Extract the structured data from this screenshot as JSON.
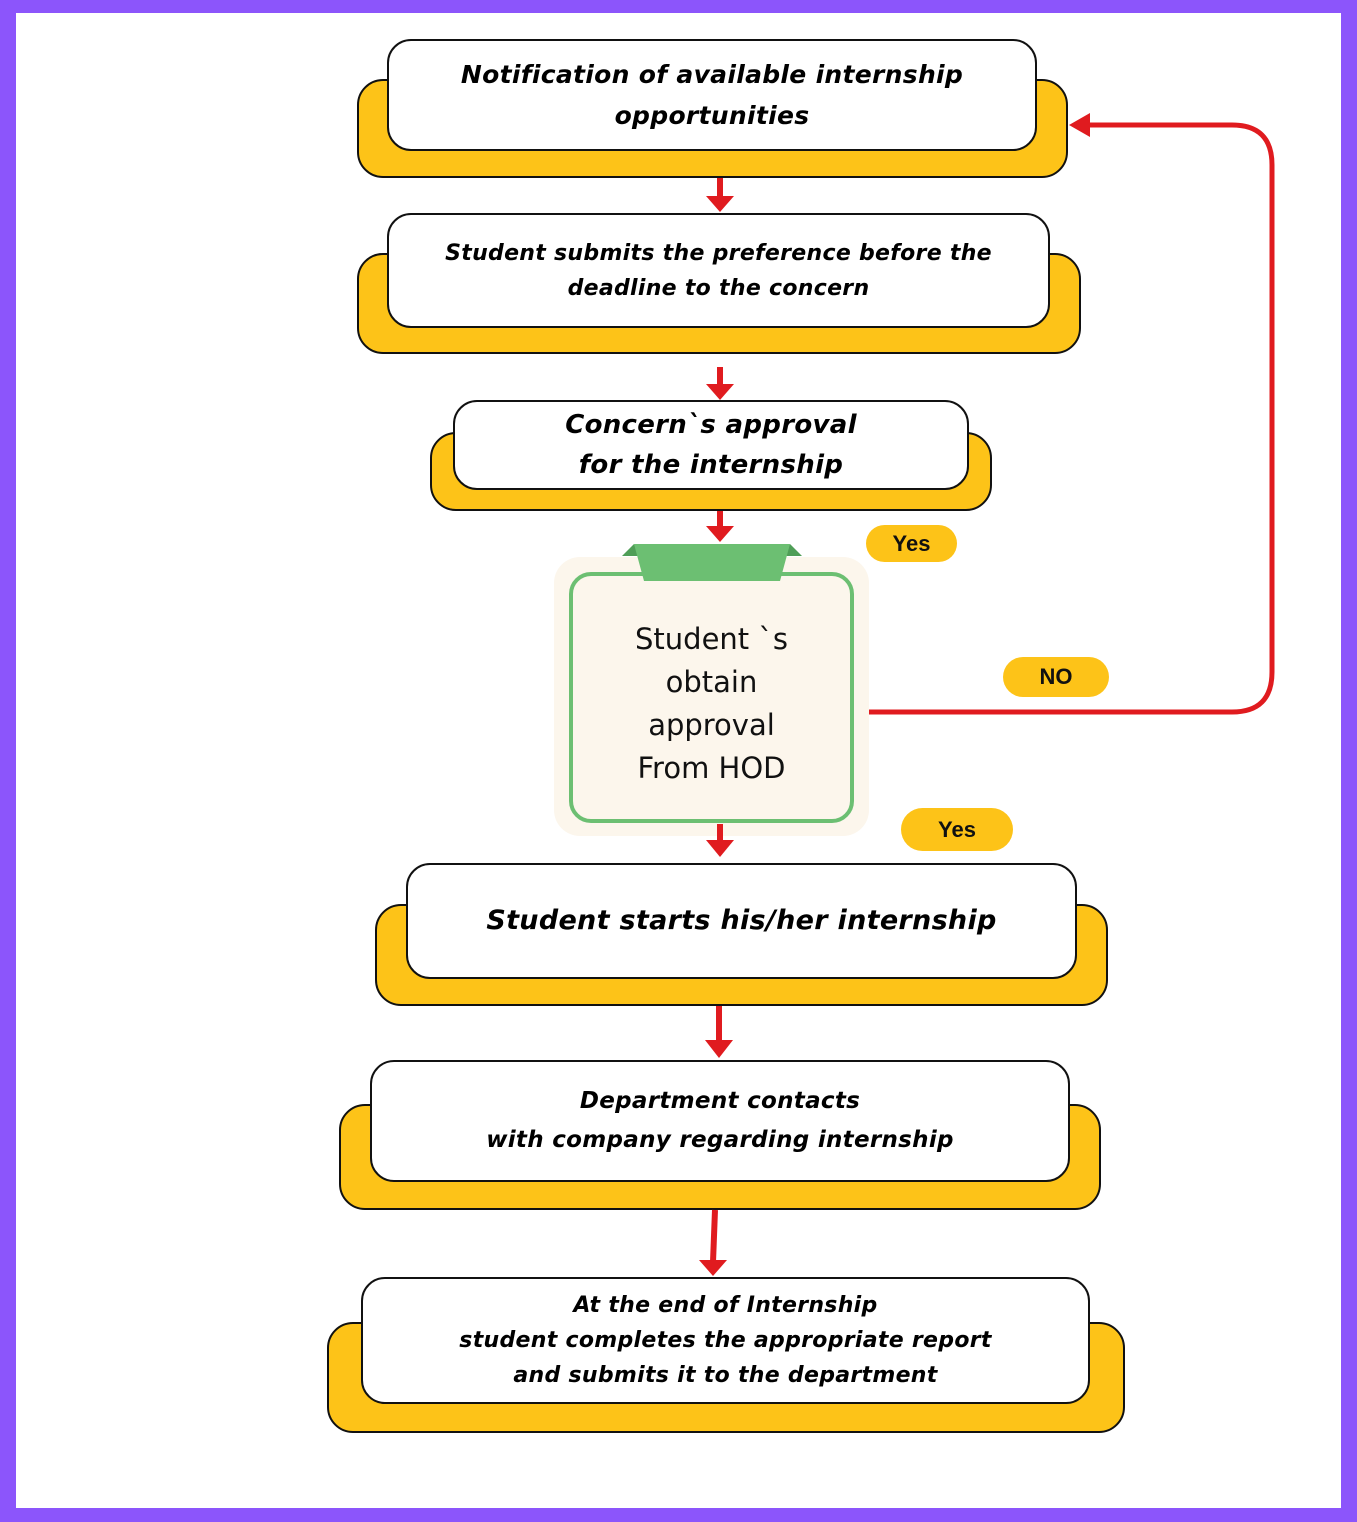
{
  "diagram": {
    "title": "Internship process flowchart",
    "colors": {
      "frame": "#8c55fb",
      "box_shadow_fill": "#fdc318",
      "box_fill": "#ffffff",
      "arrow": "#e01b1f",
      "decision_outline": "#6cbf72",
      "decision_fill": "#fcf6ec",
      "label_pill": "#fdc318"
    },
    "steps": [
      {
        "id": "s1",
        "text": "Notification of available internship\nopportunities"
      },
      {
        "id": "s2",
        "text": "Student submits the preference before the\ndeadline to the concern"
      },
      {
        "id": "s3",
        "text": "Concern`s approval\nfor the internship"
      },
      {
        "id": "s5",
        "text": "Student starts his/her internship"
      },
      {
        "id": "s6",
        "text": "Department contacts\nwith company regarding internship"
      },
      {
        "id": "s7",
        "text": "At the end of Internship\nstudent completes the appropriate report\nand submits it to the department"
      }
    ],
    "decision": {
      "id": "d1",
      "text": "Student `s\nobtain\napproval\nFrom HOD"
    },
    "labels": {
      "yes_after_concern": "Yes",
      "no_return": "NO",
      "yes_after_hod": "Yes"
    },
    "edges": [
      {
        "from": "s1",
        "to": "s2"
      },
      {
        "from": "s2",
        "to": "s3"
      },
      {
        "from": "s3",
        "to": "d1",
        "label": "Yes"
      },
      {
        "from": "d1",
        "to": "s5",
        "label": "Yes"
      },
      {
        "from": "d1",
        "to": "s1",
        "label": "NO"
      },
      {
        "from": "s5",
        "to": "s6"
      },
      {
        "from": "s6",
        "to": "s7"
      }
    ]
  }
}
